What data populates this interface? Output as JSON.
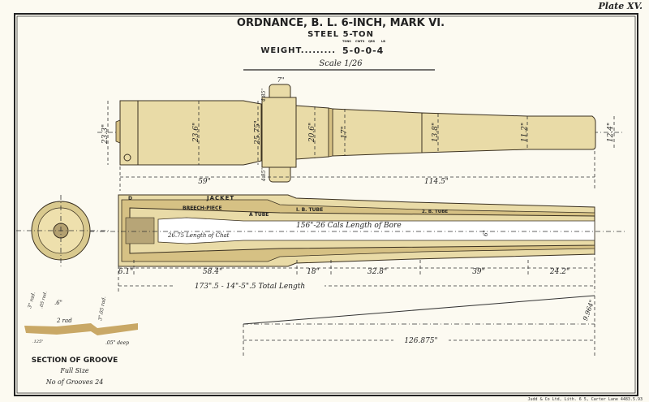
{
  "plate": "Plate XV.",
  "title": "ORDNANCE, B. L. 6-INCH, MARK VI.",
  "subtitle": "STEEL    5-TON",
  "weight": {
    "label": "WEIGHT.........",
    "units": [
      "TONS",
      "CWTS",
      "QRS",
      "LB"
    ],
    "value": "5-0-0-4"
  },
  "scale": "Scale 1/26",
  "exterior_dims": {
    "breech_dia": "23.3\"",
    "body_dia": "23.6\"",
    "trunnion_dia": "25.75\"",
    "trunnion_width": "7\"",
    "trunnion_top": "4.85\"",
    "trunnion_bottom": "4.85\"",
    "ring_dia": "20.6\"",
    "chase_dia": "17\"",
    "chase2_dia": "13.8\"",
    "muzzle_swell_dia": "11.2\"",
    "muzzle_dia": "12.4\"",
    "len_breech_to_trunnion": "59\"",
    "len_trunnion_to_muzzle": "114.5\""
  },
  "section_labels": {
    "d": "D",
    "jacket": "JACKET",
    "breech_piece": "BREECH-PIECE",
    "a_tube": "A TUBE",
    "ib_tube": "I. B. TUBE",
    "2b_tube": "2. B. TUBE",
    "bore": "156\"-26 Cals Length of Bore",
    "chamber": "26.75 Length of Chat",
    "bore_dia": "6\""
  },
  "section_dims": [
    "6.1\"",
    "58.4\"",
    "18\"",
    "32.8\"",
    "39\"",
    "24.2\""
  ],
  "total_length": "173\".5 - 14\"-5\".5 Total Length",
  "rifling": {
    "length": "126.875\"",
    "twist": "9.964\""
  },
  "groove": {
    "dims": [
      "3\" rad.",
      ".05 rad.",
      ".6\"",
      "2 rad",
      "3\".05 rad.",
      ".125\"",
      ".05\" deep"
    ],
    "title": "SECTION OF GROOVE",
    "size": "Full Size",
    "count": "No of Grooves 24"
  },
  "footer": "Judd & Co Ltd, Lith. 6 5, Carter Lane 4483.5.93"
}
